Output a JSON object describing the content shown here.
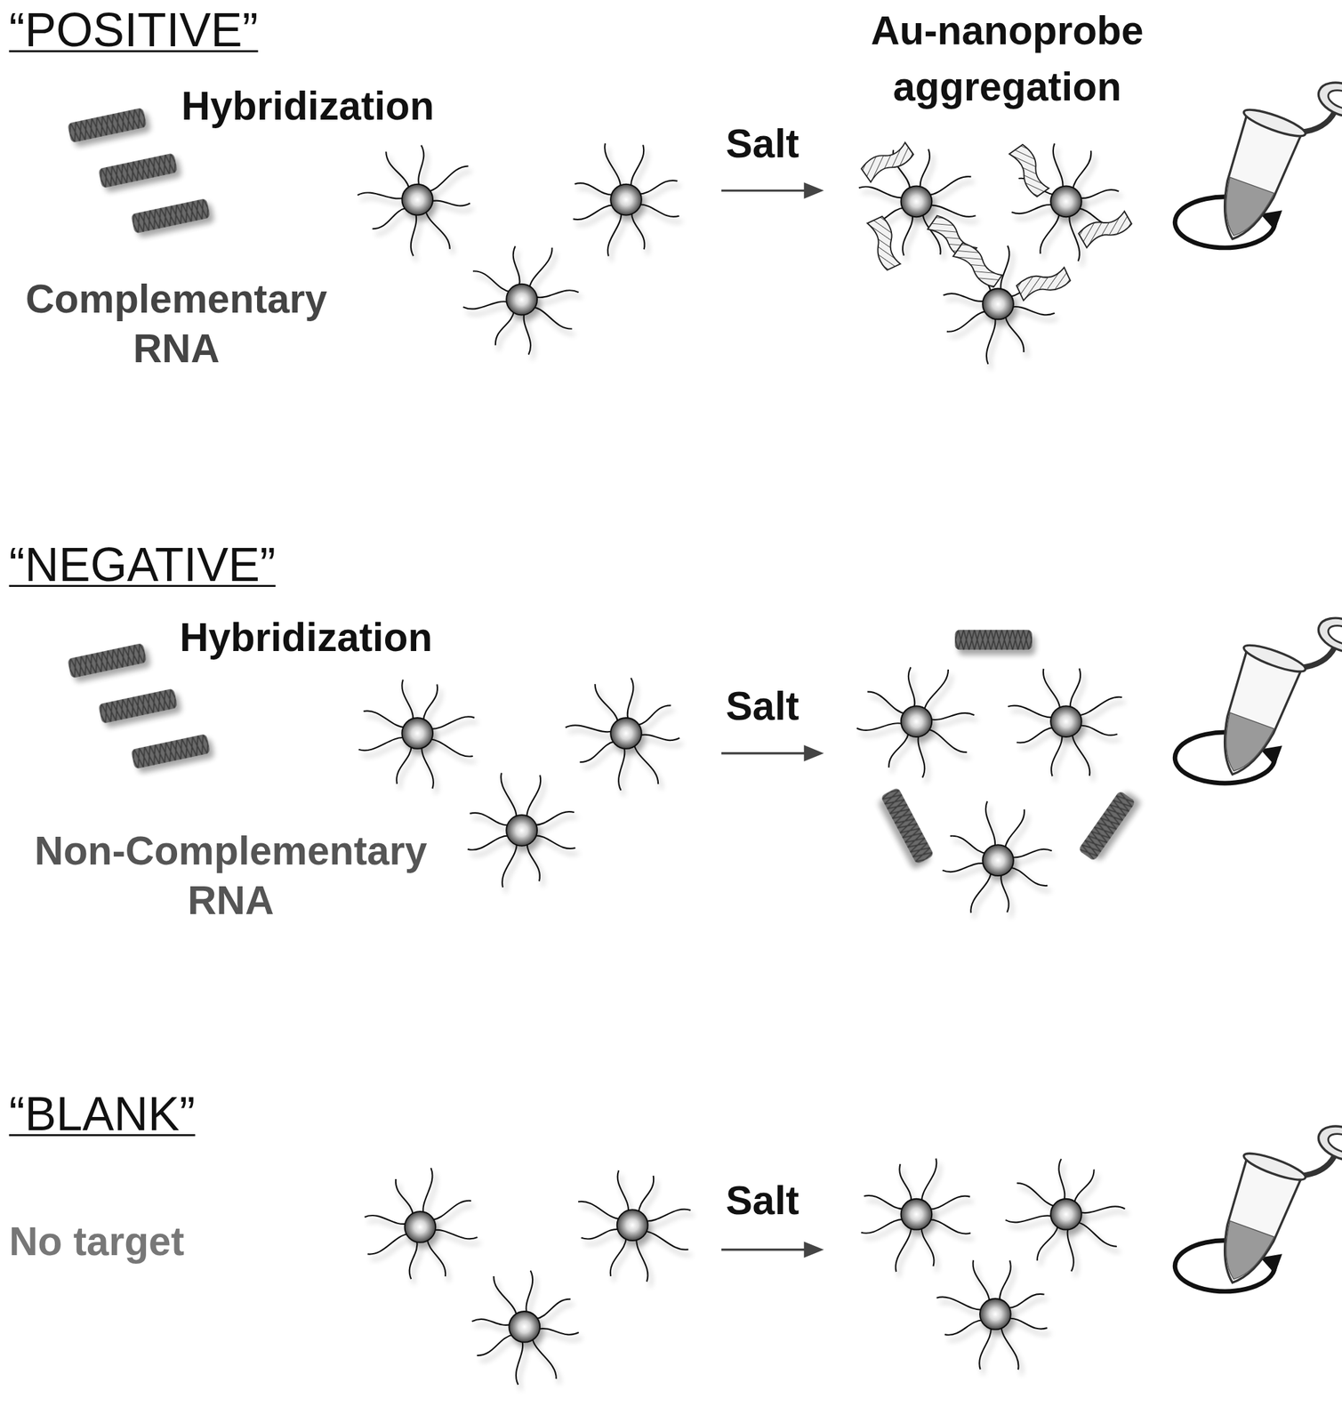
{
  "diagram": {
    "labels": [
      "“POSITIVE”",
      "Hybridization",
      "Complementary RNA",
      "Salt",
      "Au-nanoprobe aggregation",
      "“NEGATIVE”",
      "Hybridization",
      "Non-Complementary RNA",
      "Salt",
      "“BLANK”",
      "No target",
      "Salt"
    ]
  }
}
